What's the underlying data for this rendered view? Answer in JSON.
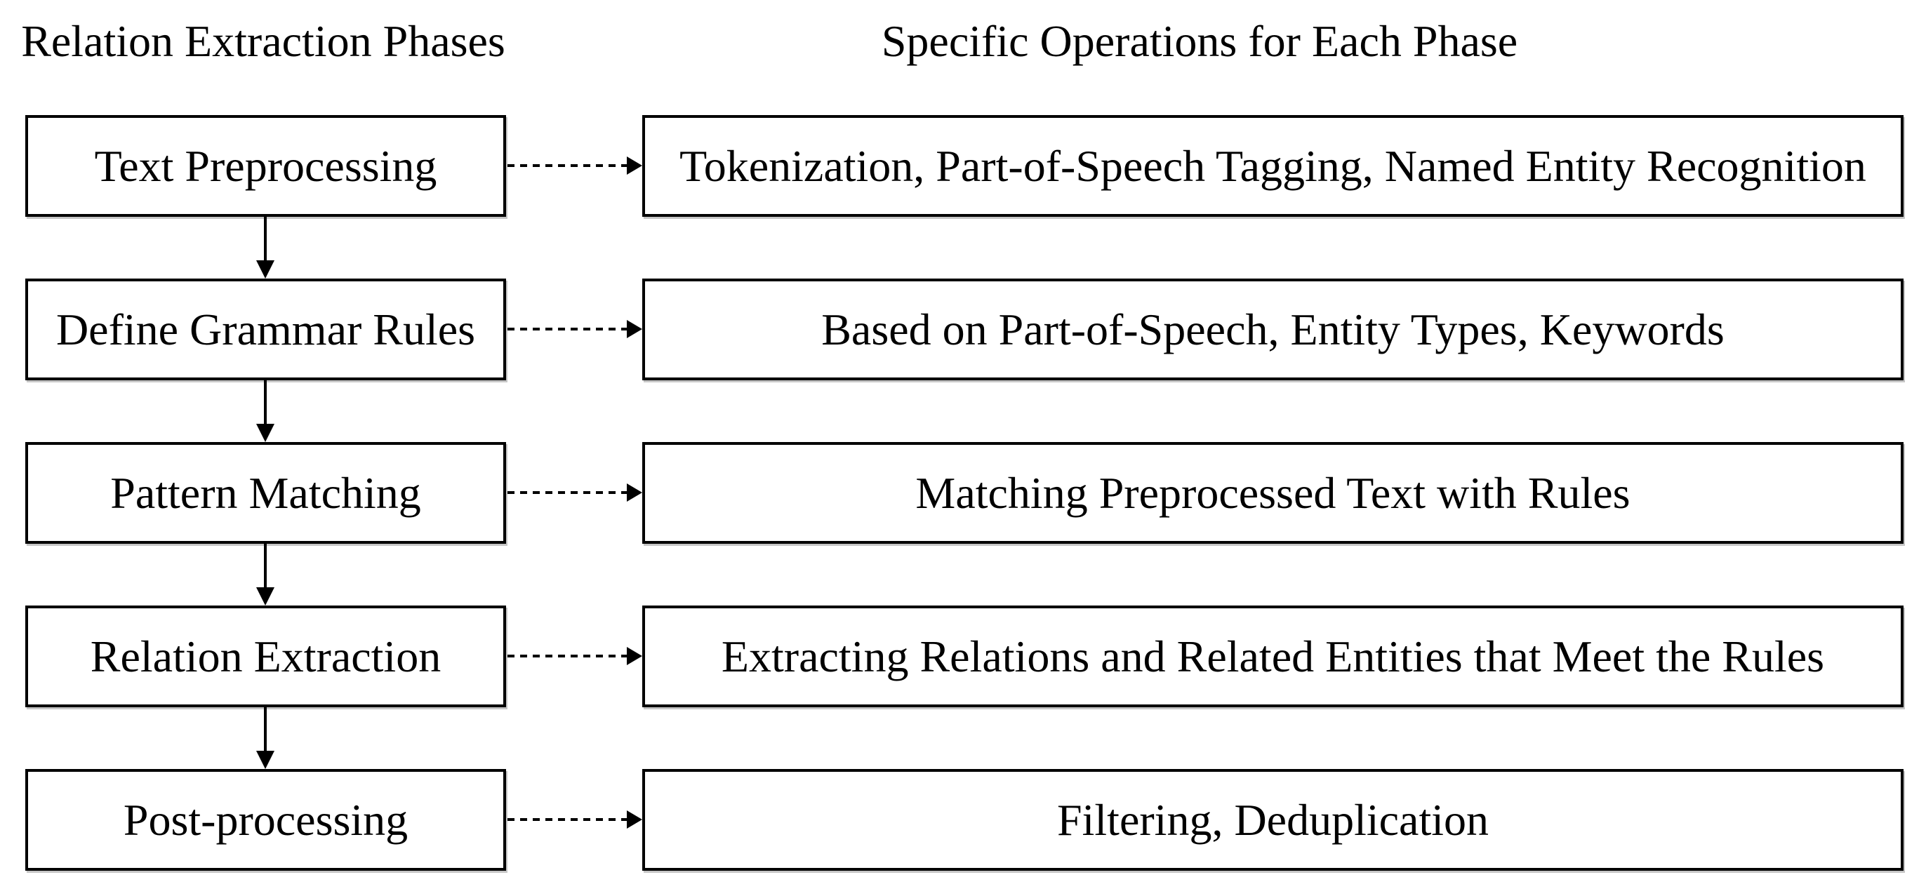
{
  "headers": {
    "left": "Relation Extraction Phases",
    "right": "Specific Operations for Each Phase"
  },
  "rows": [
    {
      "phase": "Text Preprocessing",
      "operation": "Tokenization, Part-of-Speech Tagging, Named Entity Recognition"
    },
    {
      "phase": "Define Grammar Rules",
      "operation": "Based on Part-of-Speech, Entity Types, Keywords"
    },
    {
      "phase": "Pattern Matching",
      "operation": "Matching Preprocessed Text with Rules"
    },
    {
      "phase": "Relation Extraction",
      "operation": "Extracting Relations and Related Entities that Meet the Rules"
    },
    {
      "phase": "Post-processing",
      "operation": "Filtering, Deduplication"
    }
  ],
  "style": {
    "line_color": "#000000",
    "box_background": "#ffffff",
    "page_background": "#ffffff"
  }
}
